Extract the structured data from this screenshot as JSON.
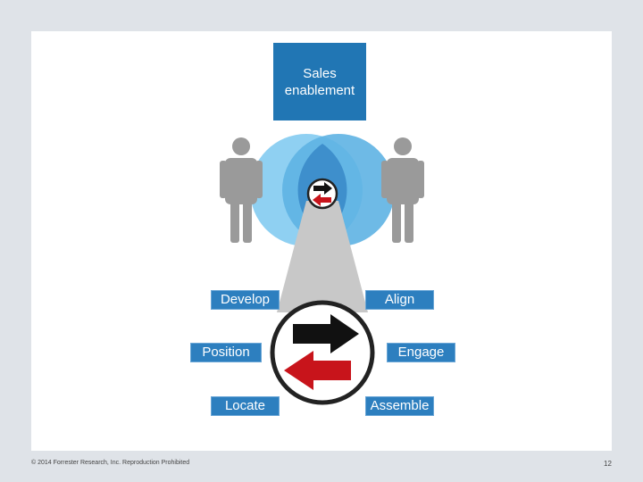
{
  "diagram": {
    "title": "Sales\nenablement",
    "labels": {
      "develop": "Develop",
      "align": "Align",
      "position": "Position",
      "engage": "Engage",
      "locate": "Locate",
      "assemble": "Assemble"
    }
  },
  "footer": {
    "copyright": "© 2014 Forrester Research, Inc. Reproduction Prohibited",
    "page_number": "12"
  },
  "colors": {
    "label_blue": "#2d7fbf",
    "title_blue": "#2176b4",
    "circle_left": "#8fd0f2",
    "circle_right": "#5eb2e3",
    "person_gray": "#9a9a9a",
    "arrow_red": "#c8141b"
  }
}
